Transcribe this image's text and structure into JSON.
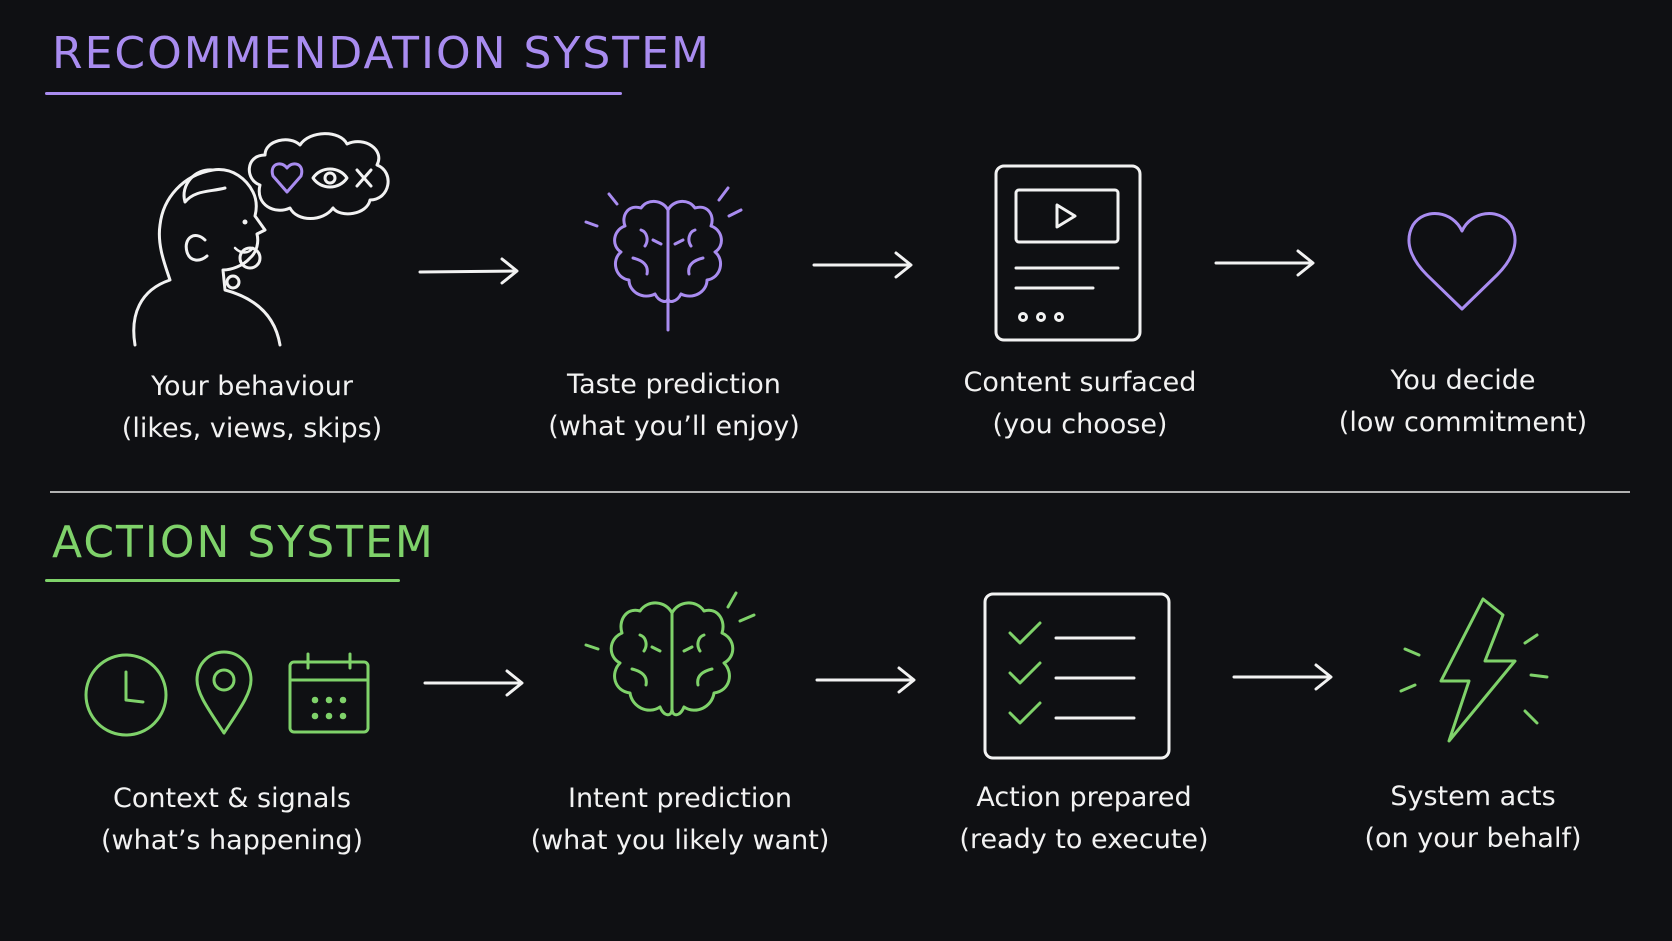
{
  "colors": {
    "background": "#0f1013",
    "recommendation_accent": "#a98cf0",
    "action_accent": "#7fd26a",
    "line": "#f2f2f2"
  },
  "recommendation": {
    "title": "RECOMMENDATION SYSTEM",
    "steps": [
      {
        "icon": "person-thinking-icon",
        "line1": "Your behaviour",
        "line2": "(likes, views, skips)"
      },
      {
        "icon": "brain-icon",
        "line1": "Taste prediction",
        "line2": "(what you’ll enjoy)"
      },
      {
        "icon": "content-card-icon",
        "line1": "Content surfaced",
        "line2": "(you choose)"
      },
      {
        "icon": "heart-icon",
        "line1": "You decide",
        "line2": "(low commitment)"
      }
    ]
  },
  "action": {
    "title": "ACTION SYSTEM",
    "steps": [
      {
        "icon": "clock-pin-calendar-icons",
        "line1": "Context & signals",
        "line2": "(what’s happening)"
      },
      {
        "icon": "brain-icon",
        "line1": "Intent prediction",
        "line2": "(what you likely want)"
      },
      {
        "icon": "checklist-icon",
        "line1": "Action prepared",
        "line2": "(ready to execute)"
      },
      {
        "icon": "lightning-icon",
        "line1": "System acts",
        "line2": "(on your behalf)"
      }
    ]
  }
}
